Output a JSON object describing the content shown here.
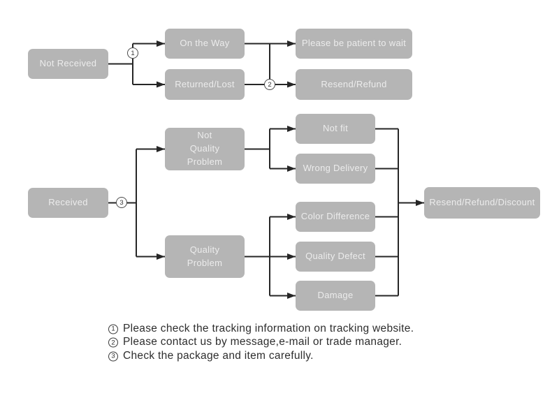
{
  "flowchart": {
    "nodes": {
      "not_received": "Not Received",
      "on_the_way": "On the Way",
      "returned_lost": "Returned/Lost",
      "please_be_patient": "Please be patient to wait",
      "resend_refund": "Resend/Refund",
      "received": "Received",
      "not_quality_problem": "Not\nQuality\nProblem",
      "quality_problem": "Quality\nProblem",
      "not_fit": "Not fit",
      "wrong_delivery": "Wrong Delivery",
      "color_difference": "Color Difference",
      "quality_defect": "Quality Defect",
      "damage": "Damage",
      "resend_refund_discount": "Resend/Refund/Discount"
    },
    "markers": {
      "m1": "1",
      "m2": "2",
      "m3": "3"
    },
    "notes": [
      {
        "num": "1",
        "text": "Please check the tracking information on tracking website."
      },
      {
        "num": "2",
        "text": "Please contact us by message,e-mail or trade manager."
      },
      {
        "num": "3",
        "text": "Check the package and item carefully."
      }
    ],
    "colors": {
      "node_fill": "#b5b5b5",
      "node_text": "#ececec",
      "line": "#262626",
      "background": "#ffffff"
    }
  }
}
